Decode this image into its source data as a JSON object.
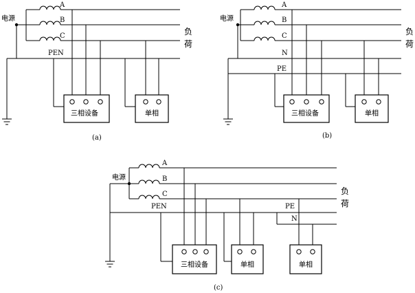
{
  "diagrams": [
    {
      "caption": "(a)",
      "source": "电源",
      "phases": [
        "A",
        "B",
        "C"
      ],
      "neutral_labels": [
        "PEN"
      ],
      "load_chars": [
        "负",
        "荷"
      ],
      "boxes": [
        "三相设备",
        "单相"
      ]
    },
    {
      "caption": "(b)",
      "source": "电源",
      "phases": [
        "A",
        "B",
        "C"
      ],
      "neutral_labels": [
        "N",
        "PE"
      ],
      "load_chars": [
        "负",
        "荷"
      ],
      "boxes": [
        "三相设备",
        "单相"
      ]
    },
    {
      "caption": "(c)",
      "source": "电源",
      "phases": [
        "A",
        "B",
        "C"
      ],
      "neutral_labels": [
        "PEN",
        "PE",
        "N"
      ],
      "load_chars": [
        "负",
        "荷"
      ],
      "boxes": [
        "三相设备",
        "单相",
        "单相"
      ]
    }
  ]
}
